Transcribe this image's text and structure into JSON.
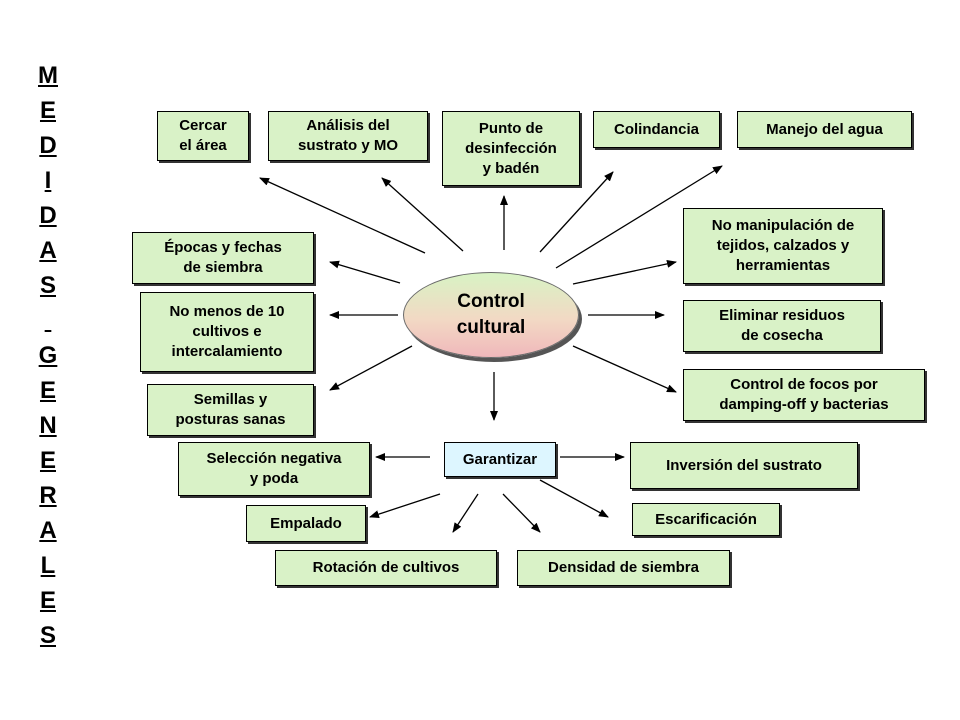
{
  "title_letters": [
    "M",
    "E",
    "D",
    "I",
    "D",
    "A",
    "S",
    "",
    "G",
    "E",
    "N",
    "E",
    "R",
    "A",
    "L",
    "E",
    "S"
  ],
  "center": {
    "label": "Control\ncultural"
  },
  "garantizar": {
    "label": "Garantizar"
  },
  "boxes": {
    "cercar": "Cercar\nel área",
    "analisis": "Análisis del\nsustrato y MO",
    "punto": "Punto de\ndesinfección\ny badén",
    "colindancia": "Colindancia",
    "manejo": "Manejo del agua",
    "epocas": "Épocas y fechas\nde siembra",
    "no_menos": "No menos de 10\ncultivos e\nintercalamiento",
    "semillas": "Semillas y\nposturas sanas",
    "no_manipulacion": "No manipulación de\ntejidos, calzados y\nherramientas",
    "eliminar": "Eliminar residuos\nde cosecha",
    "control_focos": "Control de focos por\ndamping-off y bacterias",
    "seleccion": "Selección negativa\ny poda",
    "inversion": "Inversión del sustrato",
    "empalado": "Empalado",
    "escarificacion": "Escarificación",
    "rotacion": "Rotación de cultivos",
    "densidad": "Densidad de siembra"
  },
  "colors": {
    "box_fill": "#d9f2c7",
    "garantizar_fill": "#ddf6ff"
  }
}
